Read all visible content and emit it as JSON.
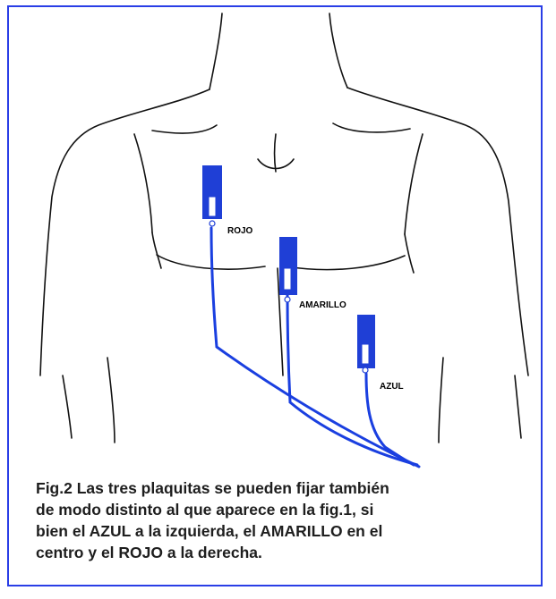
{
  "figure": {
    "labels": {
      "red": "ROJO",
      "yellow": "AMARILLO",
      "blue": "AZUL"
    },
    "caption_lines": [
      "Fig.2 Las tres plaquitas se pueden fijar también",
      "de modo distinto al que aparece en la fig.1, si",
      "bien el AZUL a la izquierda, el AMARILLO en el",
      "centro y el ROJO a la derecha."
    ],
    "colors": {
      "border": "#2a3ee6",
      "electrode": "#1f3fd6",
      "cable": "#1a3fe0",
      "outline": "#111111",
      "caption_text": "#1e1e1e"
    }
  }
}
